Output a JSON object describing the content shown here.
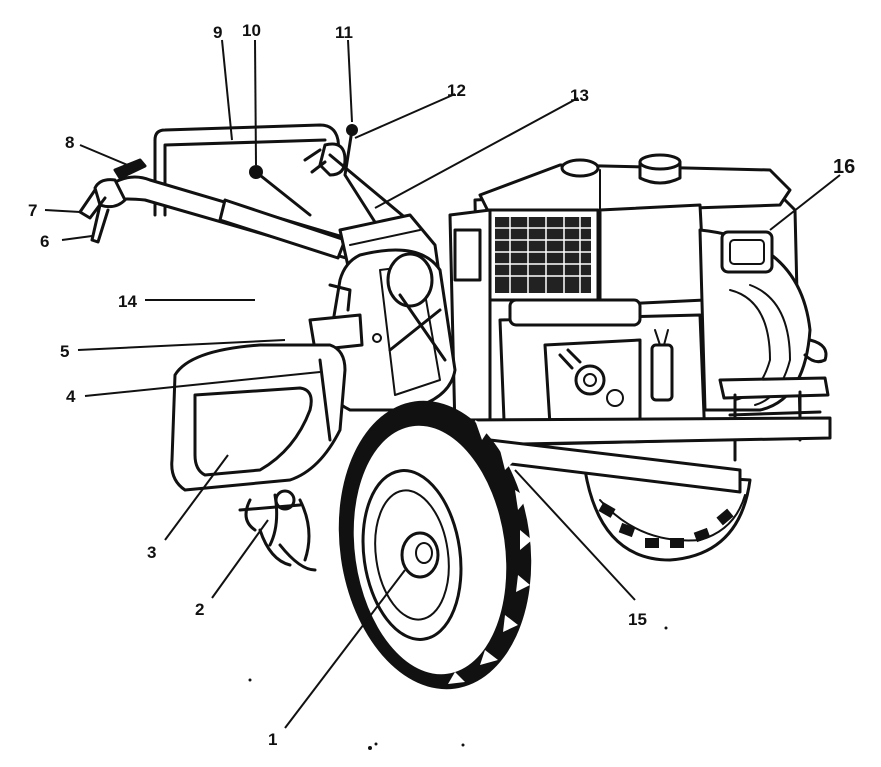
{
  "figure": {
    "callouts": [
      {
        "id": "c1",
        "label": "1"
      },
      {
        "id": "c2",
        "label": "2"
      },
      {
        "id": "c3",
        "label": "3"
      },
      {
        "id": "c4",
        "label": "4"
      },
      {
        "id": "c5",
        "label": "5"
      },
      {
        "id": "c6",
        "label": "6"
      },
      {
        "id": "c7",
        "label": "7"
      },
      {
        "id": "c8",
        "label": "8"
      },
      {
        "id": "c9",
        "label": "9"
      },
      {
        "id": "c10",
        "label": "10"
      },
      {
        "id": "c11",
        "label": "11"
      },
      {
        "id": "c12",
        "label": "12"
      },
      {
        "id": "c13",
        "label": "13"
      },
      {
        "id": "c14",
        "label": "14"
      },
      {
        "id": "c15",
        "label": "15"
      },
      {
        "id": "c16",
        "label": "16"
      }
    ]
  }
}
